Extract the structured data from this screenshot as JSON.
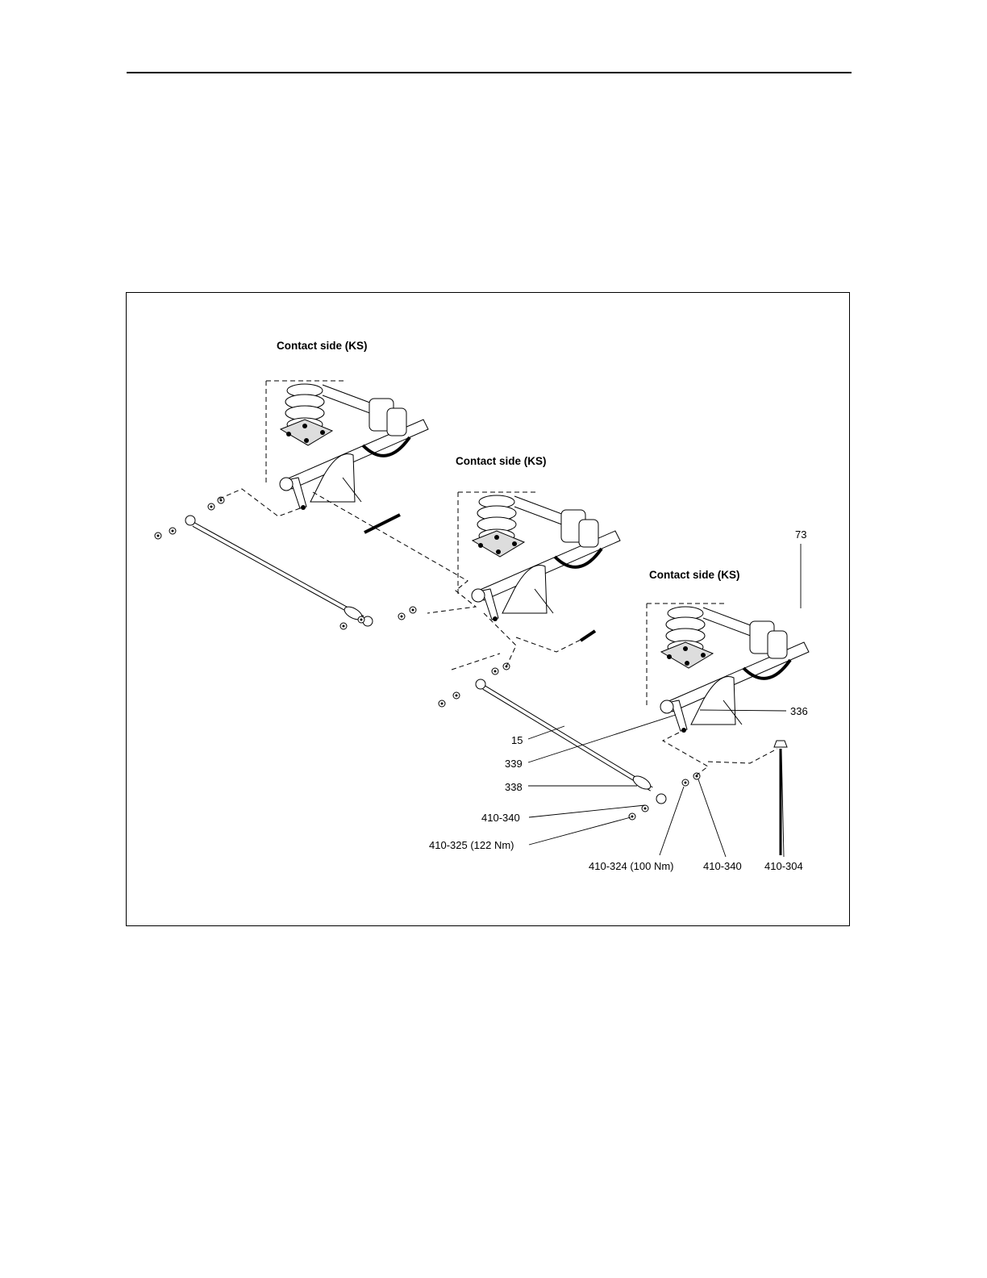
{
  "figure": {
    "assemblies": [
      {
        "title": "Contact side (KS)"
      },
      {
        "title": "Contact side (KS)"
      },
      {
        "title": "Contact side (KS)"
      }
    ],
    "callouts": {
      "c73": "73",
      "c336": "336",
      "c15": "15",
      "c339": "339",
      "c338": "338",
      "c410_340a": "410-340",
      "c410_325": "410-325 (122 Nm)",
      "c410_324": "410-324 (100 Nm)",
      "c410_340b": "410-340",
      "c410_304": "410-304"
    }
  }
}
